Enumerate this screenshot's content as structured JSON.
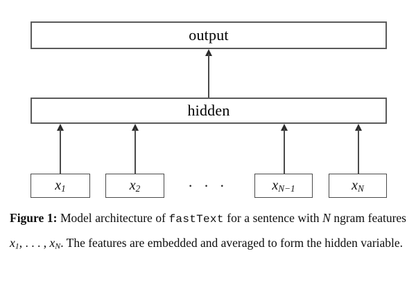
{
  "figure": {
    "layers": {
      "output_label": "output",
      "hidden_label": "hidden"
    },
    "inputs": [
      {
        "id": "x1",
        "base": "x",
        "sub": "1"
      },
      {
        "id": "x2",
        "base": "x",
        "sub": "2"
      },
      {
        "id": "xNm1",
        "base": "x",
        "sub": "N−1"
      },
      {
        "id": "xN",
        "base": "x",
        "sub": "N"
      }
    ],
    "ellipsis": "· · ·",
    "arrows": {
      "count_input_to_hidden": 4,
      "hidden_to_output": 1,
      "direction": "up"
    },
    "colors": {
      "box_border": "#5a5a5a",
      "input_border": "#4a4a4a",
      "arrow": "#2b2b2b",
      "background": "#ffffff",
      "text": "#111111"
    }
  },
  "caption": {
    "lead": "Figure 1:",
    "part1": " Model architecture of ",
    "mono": "fastText",
    "part2": " for a sentence with ",
    "math_N": "N",
    "part3": " ngram features ",
    "math_x1_base": "x",
    "math_x1_sub": "1",
    "math_sep": ", . . . , ",
    "math_xN_base": "x",
    "math_xN_sub": "N",
    "part4": ". The features are embedded and averaged to form the hidden variable."
  }
}
